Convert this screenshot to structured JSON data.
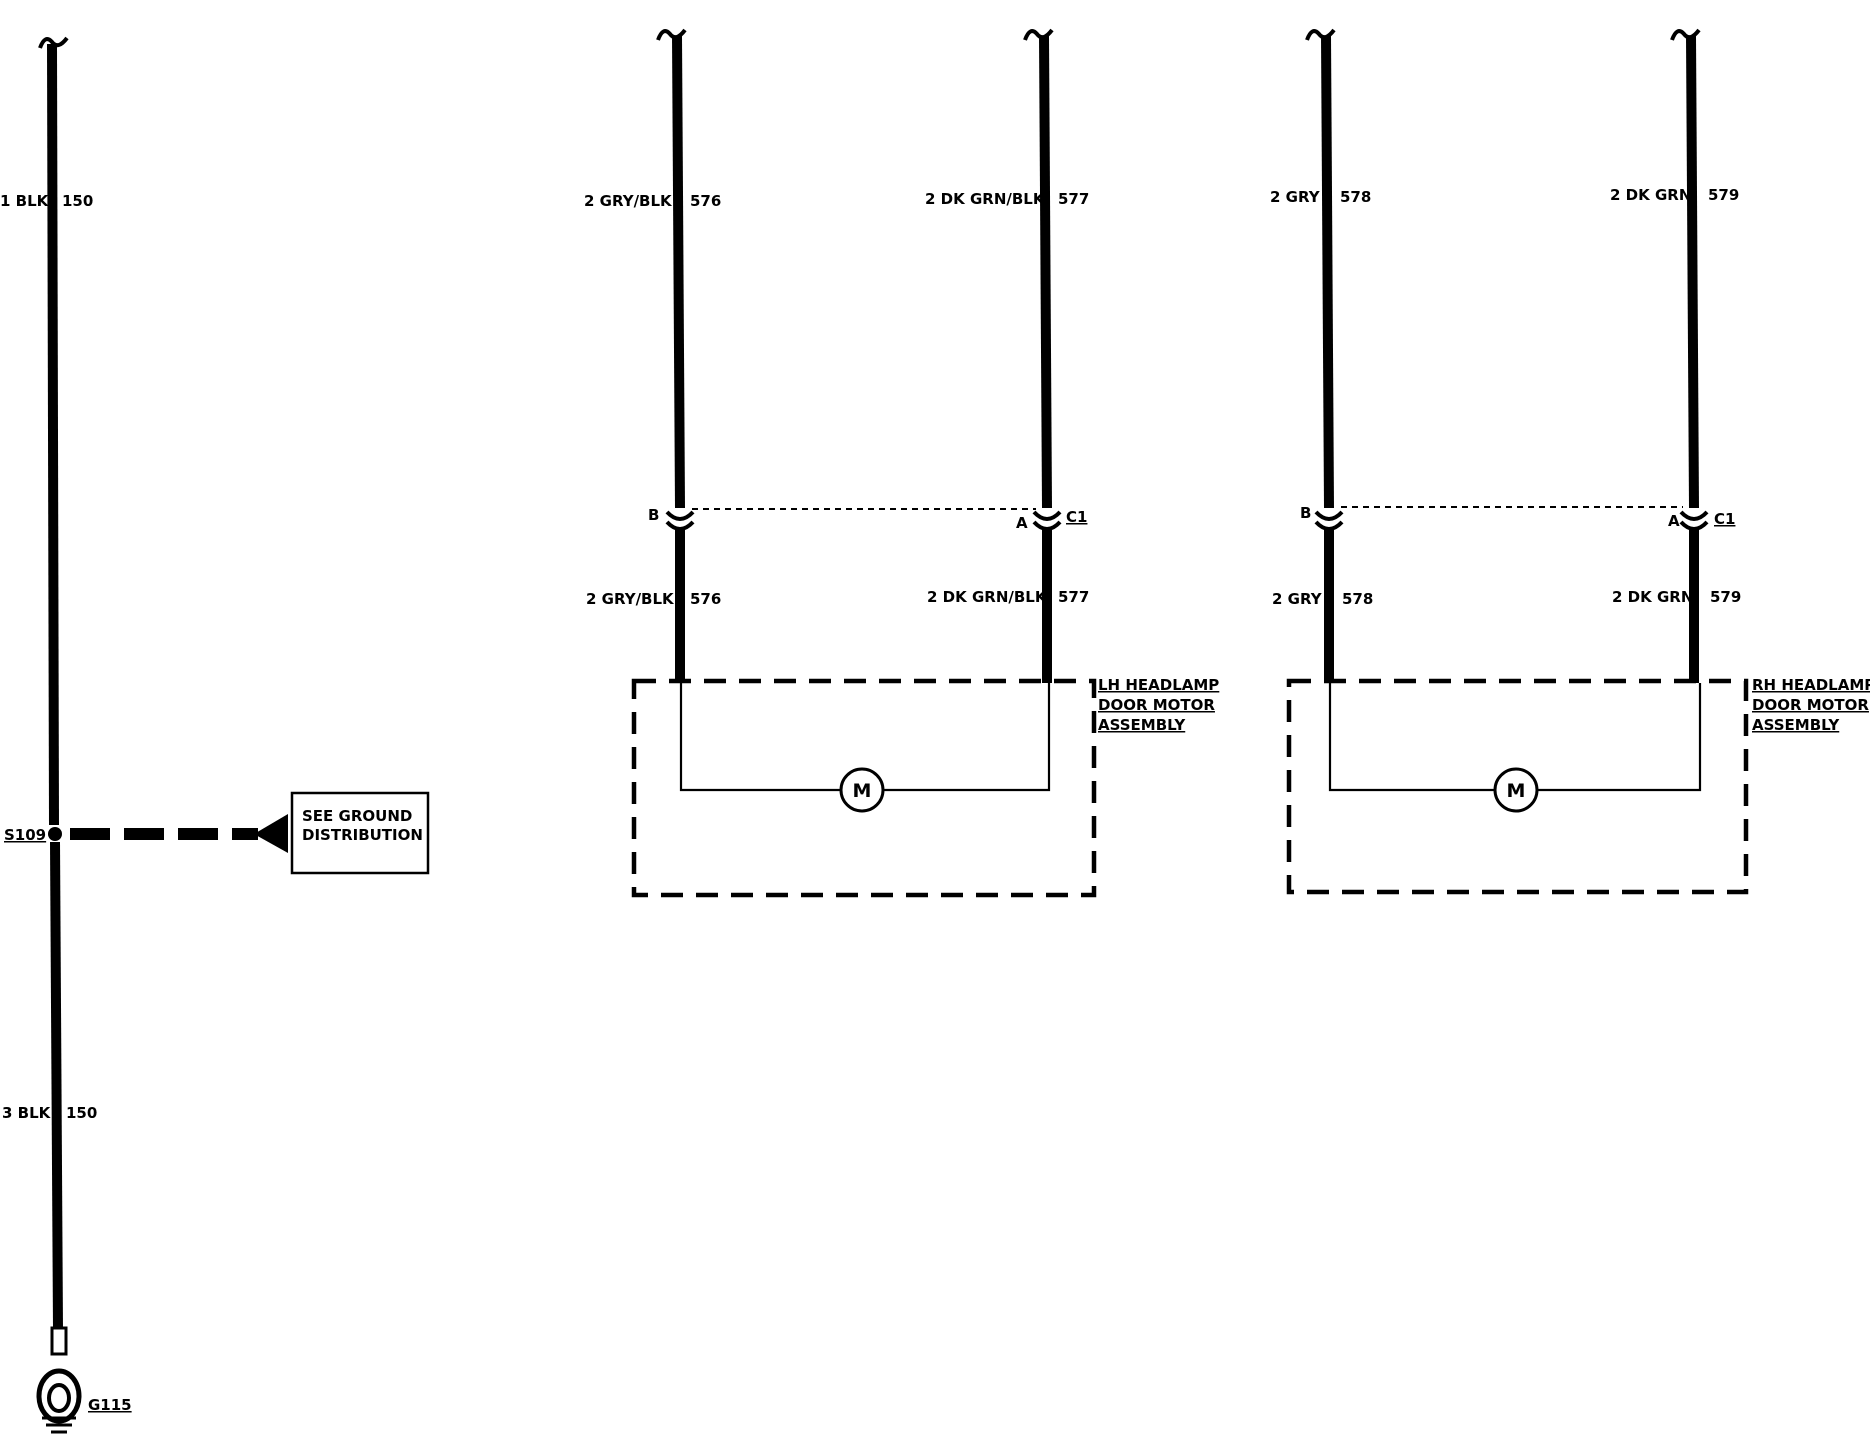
{
  "ground_circuit": {
    "upper_wire": {
      "gauge_color": "1 BLK",
      "circuit": "150"
    },
    "lower_wire": {
      "gauge_color": "3 BLK",
      "circuit": "150"
    },
    "splice": "S109",
    "ground": "G115",
    "reference_box": {
      "line1": "SEE GROUND",
      "line2": "DISTRIBUTION"
    }
  },
  "lh_motor": {
    "wire_b_upper": {
      "gauge_color": "2 GRY/BLK",
      "circuit": "576"
    },
    "wire_a_upper": {
      "gauge_color": "2 DK GRN/BLK",
      "circuit": "577"
    },
    "wire_b_lower": {
      "gauge_color": "2 GRY/BLK",
      "circuit": "576"
    },
    "wire_a_lower": {
      "gauge_color": "2 DK GRN/BLK",
      "circuit": "577"
    },
    "pin_b": "B",
    "pin_a": "A",
    "connector": "C1",
    "component": {
      "line1": "LH HEADLAMP",
      "line2": "DOOR MOTOR",
      "line3": "ASSEMBLY"
    },
    "motor_symbol": "M"
  },
  "rh_motor": {
    "wire_b_upper": {
      "gauge_color": "2 GRY",
      "circuit": "578"
    },
    "wire_a_upper": {
      "gauge_color": "2 DK GRN",
      "circuit": "579"
    },
    "wire_b_lower": {
      "gauge_color": "2 GRY",
      "circuit": "578"
    },
    "wire_a_lower": {
      "gauge_color": "2 DK GRN",
      "circuit": "579"
    },
    "pin_b": "B",
    "pin_a": "A",
    "connector": "C1",
    "component": {
      "line1": "RH HEADLAMP",
      "line2": "DOOR MOTOR",
      "line3": "ASSEMBLY"
    },
    "motor_symbol": "M"
  }
}
